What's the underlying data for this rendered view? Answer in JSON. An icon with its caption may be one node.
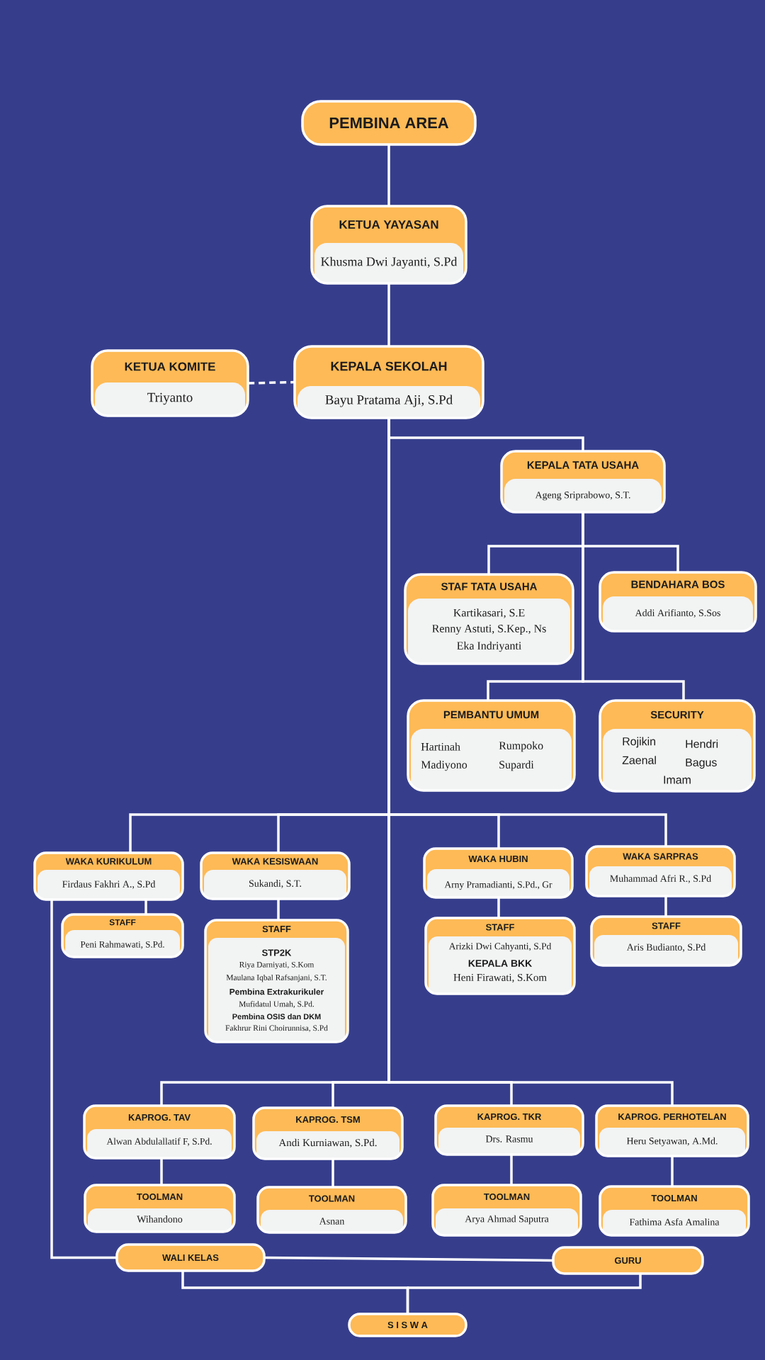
{
  "diagram": {
    "nodes": [
      {
        "text": [
          "PEMBINA AREA"
        ]
      },
      {
        "text": [
          "KETUA YAYASAN",
          "Khusma Dwi Jayanti, S.Pd"
        ]
      },
      {
        "text": [
          "KETUA KOMITE",
          "Triyanto"
        ]
      },
      {
        "text": [
          "KEPALA SEKOLAH",
          "Bayu Pratama Aji, S.Pd"
        ]
      },
      {
        "text": [
          "KEPALA TATA USAHA",
          "Ageng Sriprabowo, S.T."
        ]
      },
      {
        "text": [
          "STAF TATA USAHA",
          "Kartikasari, S.E",
          "Renny Astuti, S.Kep., Ns",
          "Eka Indriyanti"
        ]
      },
      {
        "text": [
          "BENDAHARA BOS",
          "Addi Arifianto, S.Sos"
        ]
      },
      {
        "text": [
          "PEMBANTU UMUM",
          "Hartinah",
          "Rumpoko",
          "Madiyono",
          "Supardi"
        ]
      },
      {
        "text": [
          "SECURITY",
          "Rojikin",
          "Hendri",
          "Zaenal",
          "Bagus",
          "Imam"
        ]
      },
      {
        "text": [
          "WAKA KURIKULUM",
          "Firdaus Fakhri A., S.Pd"
        ]
      },
      {
        "text": [
          "STAFF",
          "Peni Rahmawati, S.Pd."
        ]
      },
      {
        "text": [
          "WAKA KESISWAAN",
          "Sukandi, S.T."
        ]
      },
      {
        "text": [
          "STAFF",
          "STP2K",
          "Riya Darniyati, S.Kom",
          "Maulana Iqbal Rafsanjani, S.T.",
          "Pembina Extrakurikuler",
          "Mufidatul Umah, S.Pd.",
          "Pembina OSIS dan DKM",
          "Fakhrur Rini Choirunnisa, S.Pd"
        ]
      },
      {
        "text": [
          "WAKA HUBIN",
          "Arny Pramadianti, S.Pd., Gr"
        ]
      },
      {
        "text": [
          "STAFF",
          "Arizki Dwi Cahyanti, S.Pd",
          "KEPALA BKK",
          "Heni Firawati, S.Kom"
        ]
      },
      {
        "text": [
          "WAKA SARPRAS",
          "Muhammad Afri R., S.Pd"
        ]
      },
      {
        "text": [
          "STAFF",
          "Aris Budianto, S.Pd"
        ]
      },
      {
        "text": [
          "KAPROG. TAV",
          "Alwan Abdulallatif F, S.Pd."
        ]
      },
      {
        "text": [
          "KAPROG. TSM",
          "Andi Kurniawan, S.Pd."
        ]
      },
      {
        "text": [
          "KAPROG. TKR",
          "Drs. Rasmu"
        ]
      },
      {
        "text": [
          "KAPROG. PERHOTELAN",
          "Heru Setyawan, A.Md."
        ]
      },
      {
        "text": [
          "TOOLMAN",
          "Wihandono"
        ]
      },
      {
        "text": [
          "TOOLMAN",
          "Asnan"
        ]
      },
      {
        "text": [
          "TOOLMAN",
          "Arya Ahmad Saputra"
        ]
      },
      {
        "text": [
          "TOOLMAN",
          "Fathima Asfa Amalina"
        ]
      },
      {
        "text": [
          "WALI KELAS"
        ]
      },
      {
        "text": [
          "GURU"
        ]
      },
      {
        "text": [
          "S I S W A"
        ]
      }
    ],
    "edges": [
      {
        "from": 0,
        "to": 1,
        "arrow": "none"
      },
      {
        "from": 1,
        "to": 3,
        "arrow": "none"
      },
      {
        "from": 2,
        "to": 3,
        "arrow": "none",
        "style": "dashed"
      },
      {
        "from": 3,
        "to": 4,
        "arrow": "none"
      },
      {
        "from": 4,
        "to": 5,
        "arrow": "none"
      },
      {
        "from": 4,
        "to": 6,
        "arrow": "none"
      },
      {
        "from": 4,
        "to": 7,
        "arrow": "none"
      },
      {
        "from": 4,
        "to": 8,
        "arrow": "none"
      },
      {
        "from": 3,
        "to": 9,
        "arrow": "none"
      },
      {
        "from": 3,
        "to": 11,
        "arrow": "none"
      },
      {
        "from": 3,
        "to": 13,
        "arrow": "none"
      },
      {
        "from": 3,
        "to": 15,
        "arrow": "none"
      },
      {
        "from": 9,
        "to": 10,
        "arrow": "none"
      },
      {
        "from": 11,
        "to": 12,
        "arrow": "none"
      },
      {
        "from": 13,
        "to": 14,
        "arrow": "none"
      },
      {
        "from": 15,
        "to": 16,
        "arrow": "none"
      },
      {
        "from": 3,
        "to": 17,
        "arrow": "none"
      },
      {
        "from": 3,
        "to": 18,
        "arrow": "none"
      },
      {
        "from": 3,
        "to": 19,
        "arrow": "none"
      },
      {
        "from": 3,
        "to": 20,
        "arrow": "none"
      },
      {
        "from": 17,
        "to": 21,
        "arrow": "none"
      },
      {
        "from": 18,
        "to": 22,
        "arrow": "none"
      },
      {
        "from": 19,
        "to": 23,
        "arrow": "none"
      },
      {
        "from": 20,
        "to": 24,
        "arrow": "none"
      },
      {
        "from": 9,
        "to": 25,
        "arrow": "none"
      },
      {
        "from": 25,
        "to": 26,
        "arrow": "none"
      },
      {
        "from": 25,
        "to": 27,
        "arrow": "none"
      },
      {
        "from": 26,
        "to": 27,
        "arrow": "none"
      }
    ]
  }
}
